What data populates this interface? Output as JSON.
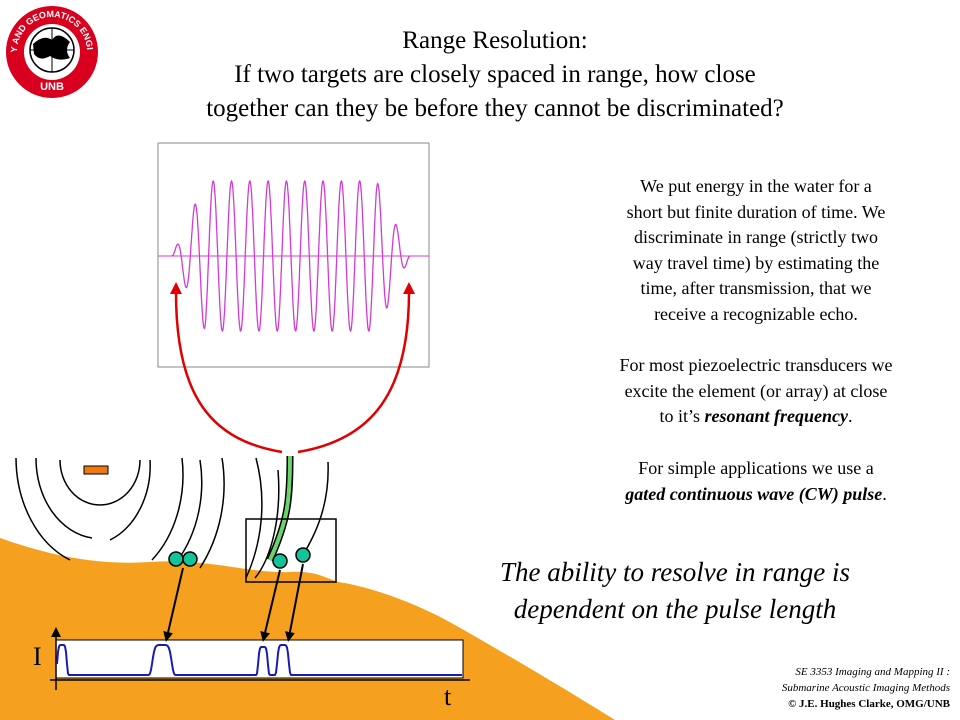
{
  "logo": {
    "ring_text": "GEODESY AND GEOMATICS ENGINEERING",
    "center_text": "UNB"
  },
  "title": {
    "line1": "Range Resolution:",
    "line2": "If two targets are closely spaced in range, how close",
    "line3": "together can they be before they cannot be discriminated?"
  },
  "paragraphs": {
    "p1": [
      "We put energy in the water for a",
      "short but finite duration of time. We",
      "discriminate in  range (strictly two",
      "way travel time) by estimating the",
      "time, after transmission, that we",
      "receive a recognizable echo."
    ],
    "p2_line1": "For most piezoelectric transducers we",
    "p2_line2": "excite the element (or array) at close",
    "p2_line3_prefix": "to it’s ",
    "p2_line3_emph": "resonant frequency",
    "p2_line3_suffix": ".",
    "p3_line1": "For simple applications we use a",
    "p3_line2_emph": "gated continuous wave (CW) pulse",
    "p3_line2_suffix": "."
  },
  "emphasis": {
    "line1": "The ability to resolve in range is",
    "line2": "dependent on the pulse length"
  },
  "plot_labels": {
    "y_axis": "I",
    "x_axis": "t"
  },
  "footer": {
    "line1": "SE 3353 Imaging and Mapping II :",
    "line2": "Submarine Acoustic Imaging Methods",
    "line3": "© J.E. Hughes Clarke, OMG/UNB"
  },
  "colors": {
    "seafloor": "#f5a01f",
    "waveform": "#d23cd2",
    "arrow_red": "#e00000",
    "beam_green": "#6ad46a",
    "target_green": "#12c49a",
    "echo_blue": "#1a1ab4",
    "logo_red": "#d8001e"
  }
}
